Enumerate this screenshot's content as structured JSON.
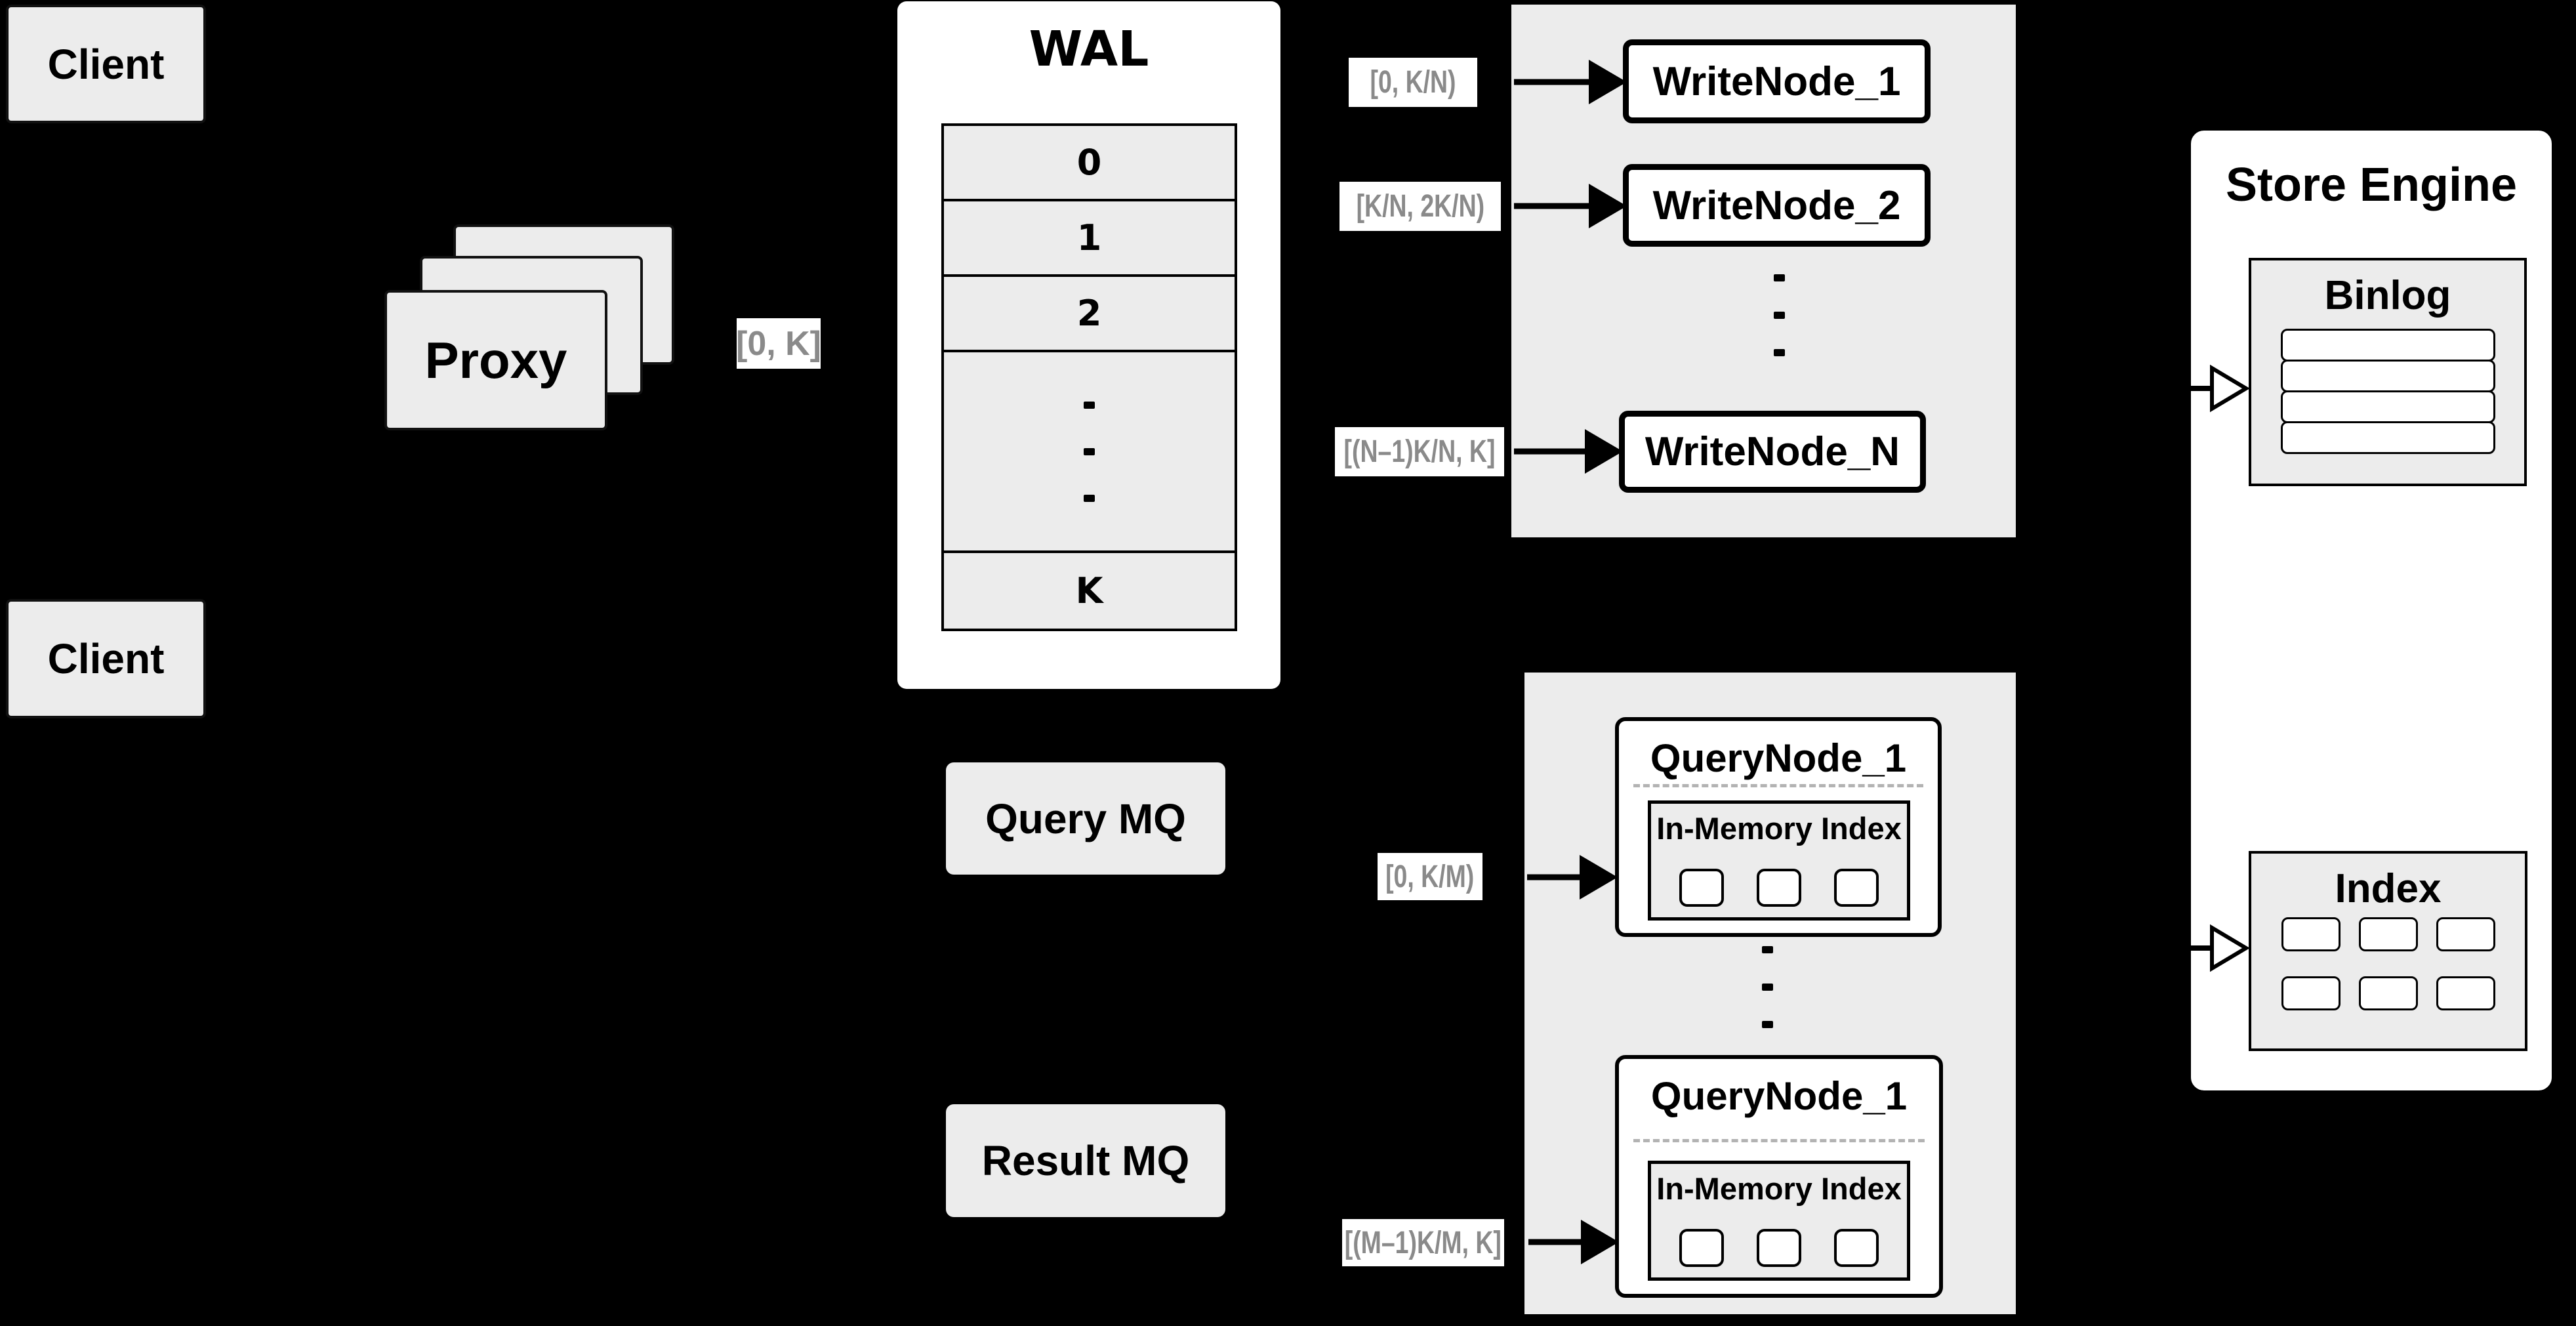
{
  "colors": {
    "background": "#000000",
    "panel_gray": "#ececec",
    "box_white": "#ffffff",
    "border_black": "#000000",
    "range_label_text": "#8a8a8a"
  },
  "clients": {
    "top_label": "Client",
    "bottom_label": "Client"
  },
  "proxy": {
    "label": "Proxy",
    "range": "[0, K]"
  },
  "wal": {
    "title": "WAL",
    "rows": [
      "0",
      "1",
      "2"
    ],
    "last_row": "K"
  },
  "write_section": {
    "nodes": [
      {
        "range": "[0, K/N)",
        "label": "WriteNode_1"
      },
      {
        "range": "[K/N, 2K/N)",
        "label": "WriteNode_2"
      },
      {
        "range": "[(N–1)K/N, K]",
        "label": "WriteNode_N"
      }
    ]
  },
  "query_section": {
    "nodes": [
      {
        "range": "[0, K/M)",
        "label": "QueryNode_1",
        "inner_label": "In-Memory Index"
      },
      {
        "range": "[(M–1)K/M, K]",
        "label": "QueryNode_1",
        "inner_label": "In-Memory Index"
      }
    ]
  },
  "mq": {
    "query": "Query MQ",
    "result": "Result MQ"
  },
  "store_engine": {
    "title": "Store Engine",
    "binlog_title": "Binlog",
    "index_title": "Index"
  }
}
